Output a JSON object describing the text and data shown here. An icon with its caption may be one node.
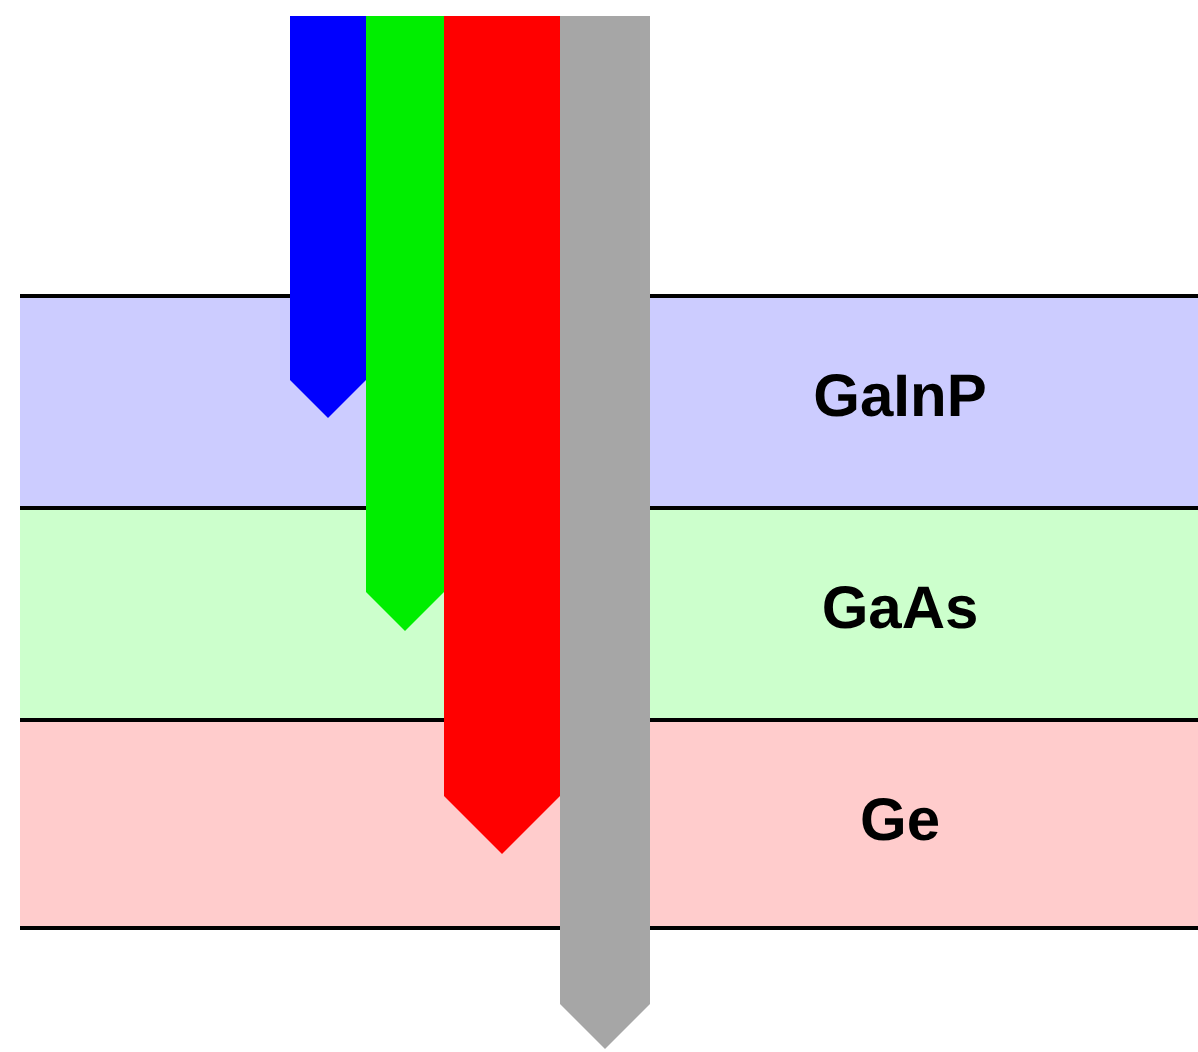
{
  "diagram": {
    "nodes": [
      {
        "text": [
          "GaInP"
        ]
      },
      {
        "text": [
          "GaAs"
        ]
      },
      {
        "text": [
          "Ge"
        ]
      }
    ],
    "edges": [
      {
        "from": null,
        "to": 0,
        "arrow": "to",
        "color": "#0000ff"
      },
      {
        "from": null,
        "to": 1,
        "arrow": "to",
        "color": "#00ee00"
      },
      {
        "from": null,
        "to": 2,
        "arrow": "to",
        "color": "#ff0000"
      }
    ]
  }
}
